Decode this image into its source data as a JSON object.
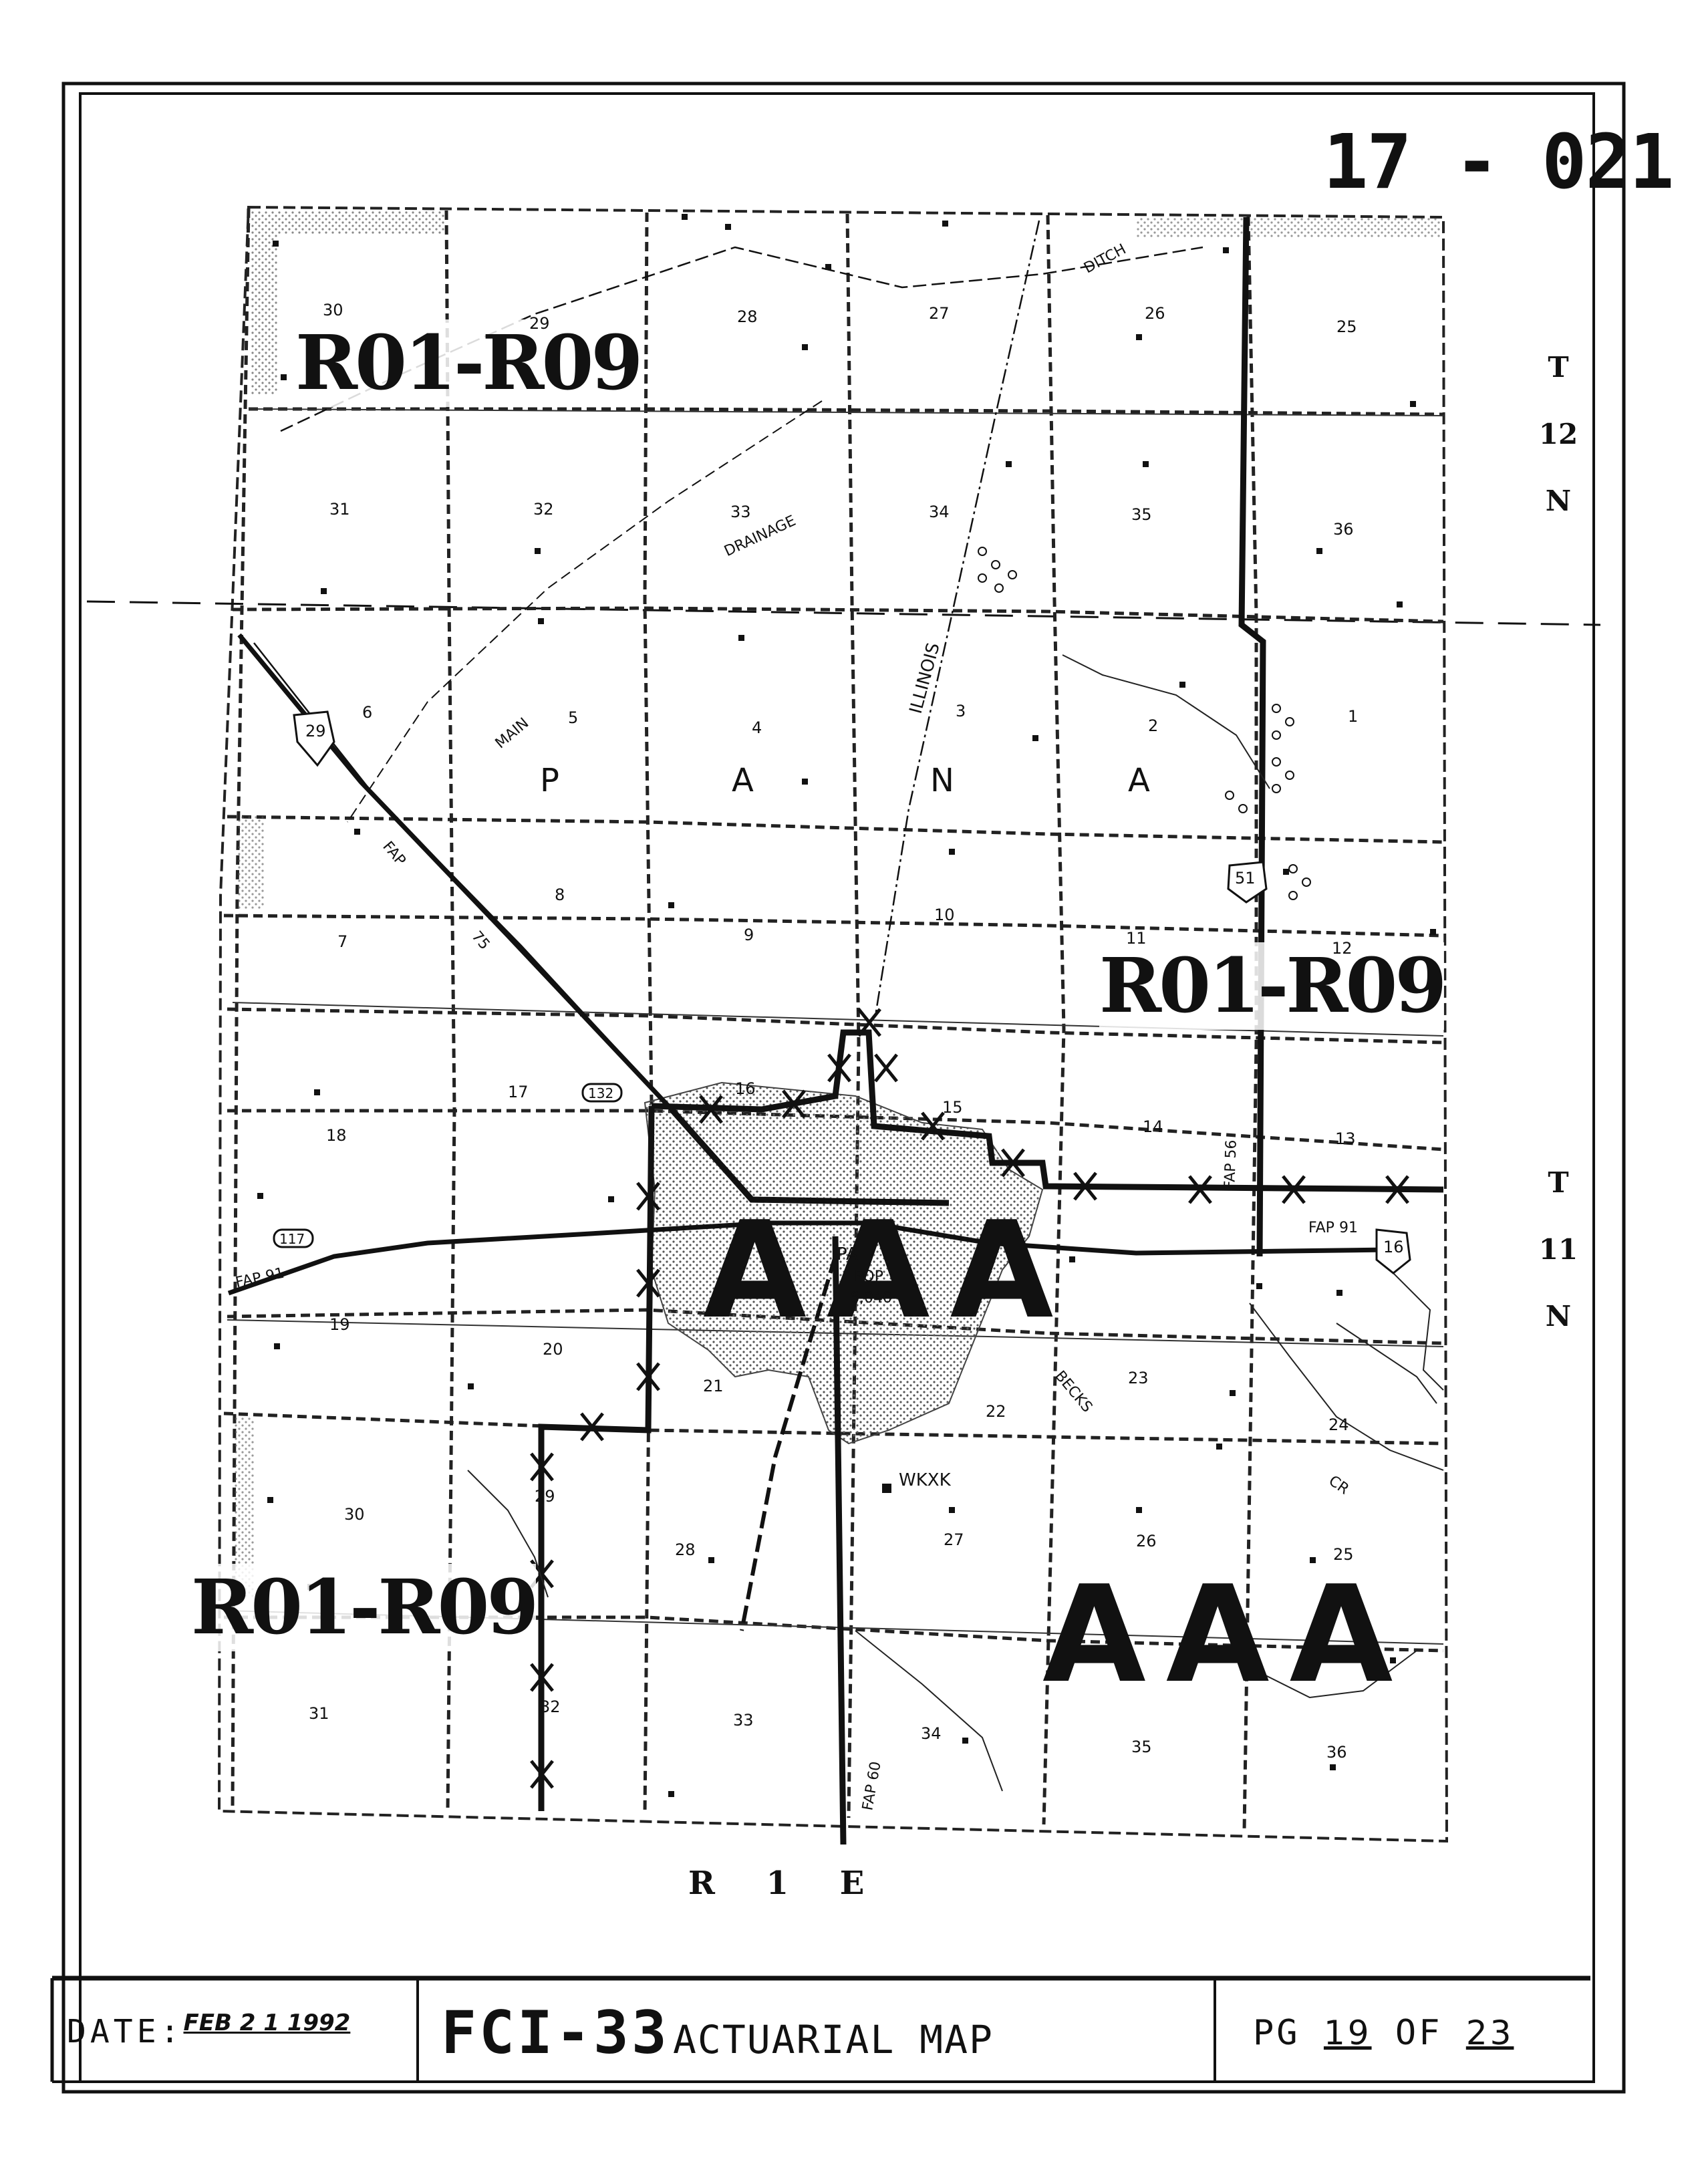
{
  "map_id": "17 - 021",
  "rate_codes": [
    {
      "label": "R01-R09"
    },
    {
      "label": "R01-R09"
    },
    {
      "label": "R01-R09"
    }
  ],
  "zone_labels": [
    {
      "label": "AAA"
    },
    {
      "label": "AAA"
    }
  ],
  "township_labels": [
    {
      "lines": [
        "T",
        "12",
        "N"
      ]
    },
    {
      "lines": [
        "T",
        "11",
        "N"
      ]
    }
  ],
  "range_label": "R 1 E",
  "town_letters": [
    "P",
    "A",
    "N",
    "A"
  ],
  "town_info": {
    "name_fragment": "PA",
    "pop_label": "POP",
    "pop_value": "6,040"
  },
  "place_labels": {
    "ditch": "DITCH",
    "drainage": "DRAINAGE",
    "main": "MAIN",
    "illinois": "ILLINOIS",
    "fap_diag": "FAP",
    "rt_75": "75",
    "fap_91": "FAP 91",
    "fap_91_right": "FAP 91",
    "fap_56": "FAP 56",
    "fap_60": "FAP 60",
    "becks": "BECKS",
    "cr": "CR",
    "wkxk": "WKXK",
    "rt_29": "29",
    "rt_51": "51",
    "rt_16": "16",
    "rt_132": "132",
    "rt_117": "117"
  },
  "sections_top": [
    "30",
    "29",
    "28",
    "27",
    "26",
    "25",
    "31",
    "32",
    "33",
    "34",
    "35",
    "36"
  ],
  "sections_mid": [
    "6",
    "5",
    "4",
    "3",
    "2",
    "1",
    "7",
    "8",
    "9",
    "10",
    "11",
    "12",
    "17",
    "16",
    "15",
    "14",
    "13",
    "18",
    "19",
    "20",
    "21",
    "22",
    "23",
    "24"
  ],
  "sections_bottom": [
    "30",
    "29",
    "28",
    "27",
    "26",
    "25",
    "31",
    "32",
    "33",
    "34",
    "35",
    "36"
  ],
  "footer": {
    "date_label": "DATE:",
    "date_value": "FEB 2 1 1992",
    "form_code": "FCI-33",
    "form_title": "ACTUARIAL MAP",
    "page_label": "PG",
    "page_num": "19",
    "page_of": "OF",
    "page_total": "23"
  },
  "colors": {
    "ink": "#111111",
    "paper": "#ffffff",
    "stipple": "#9a9a9a"
  }
}
